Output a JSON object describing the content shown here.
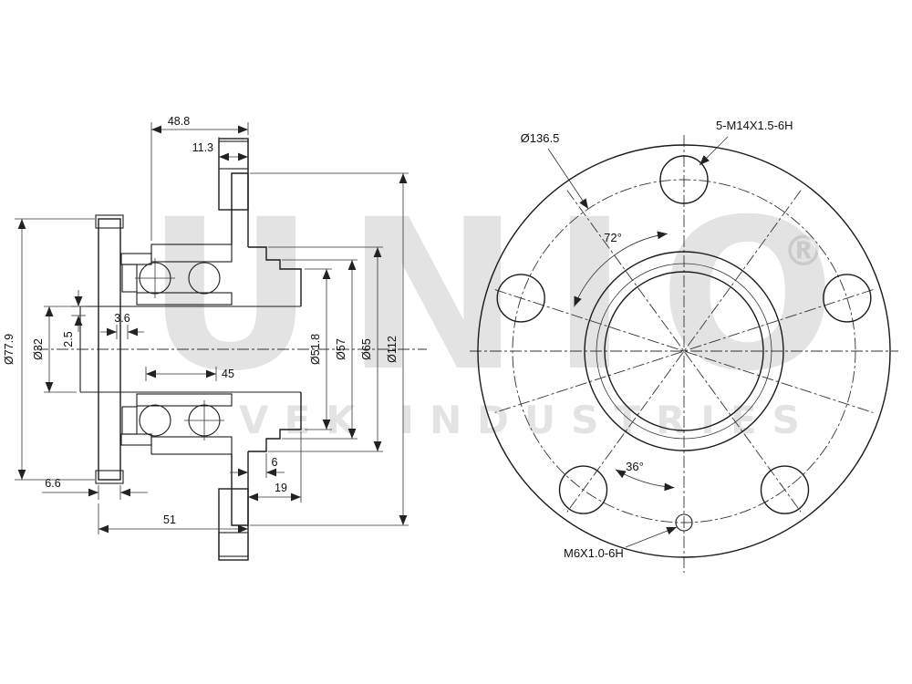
{
  "watermark": {
    "brand": "UNIO",
    "registered": "®",
    "line2": "VEK INDUSTRIES"
  },
  "section_view": {
    "dim_width_total": "48.8",
    "dim_width_stub": "11.3",
    "dim_plate_od": "Ø77.9",
    "dim_bore": "Ø32",
    "dim_step": "2.5",
    "dim_gap": "3.6",
    "dim_bore_len": "45",
    "dim_pilot1": "Ø51.8",
    "dim_pilot2": "Ø57",
    "dim_pilot3": "Ø65",
    "dim_flange_od": "Ø112",
    "dim_step_len": "6",
    "dim_pilot_len": "19",
    "dim_plate_thk": "6.6",
    "dim_total_len": "51"
  },
  "front_view": {
    "label_outer_dia": "Ø136.5",
    "label_bolt_spec": "5-M14X1.5-6H",
    "label_angle_72": "72°",
    "label_angle_36": "36°",
    "label_small_hole": "M6X1.0-6H"
  }
}
